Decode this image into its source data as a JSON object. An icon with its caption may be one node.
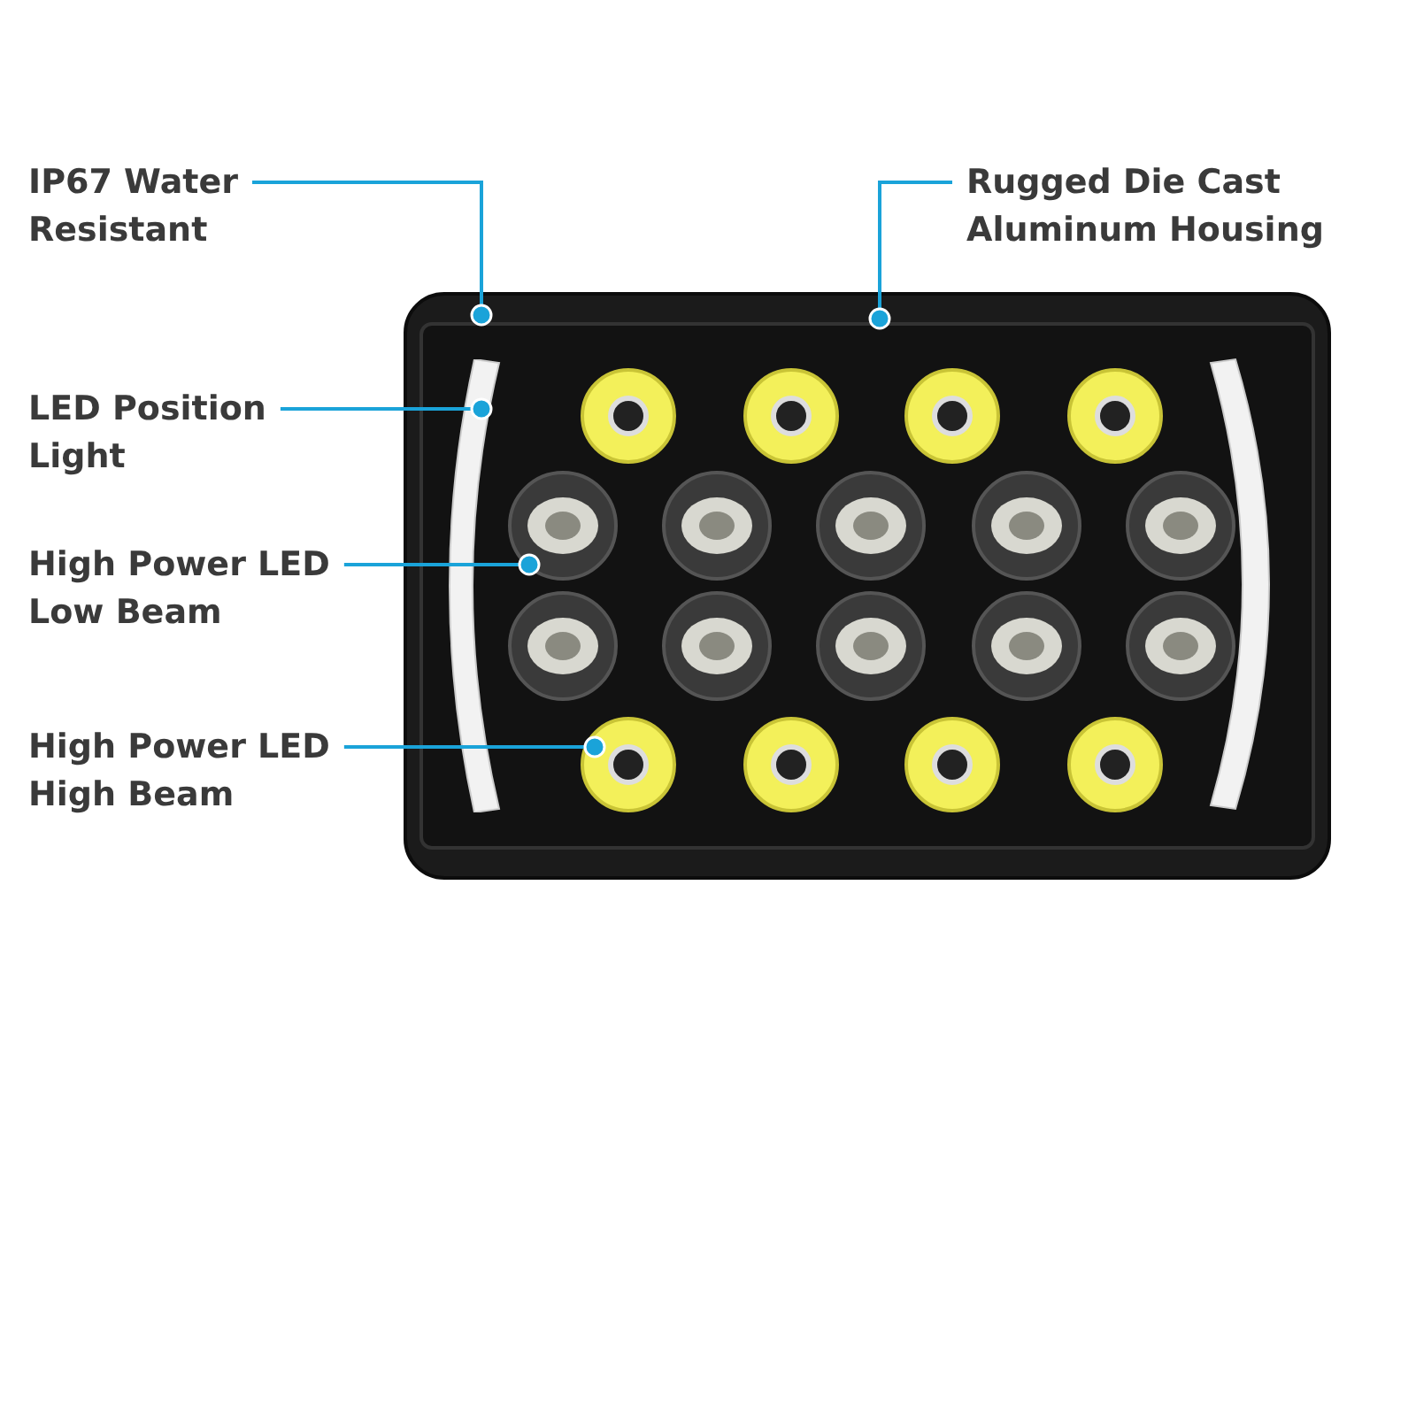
{
  "diagram": {
    "nodes": [
      {
        "text": [
          "IP67 Water Resistant"
        ]
      },
      {
        "text": [
          "Rugged Die Cast Aluminum Housing"
        ]
      },
      {
        "text": [
          "LED Position Light"
        ]
      },
      {
        "text": [
          "High Power LED Low Beam"
        ]
      },
      {
        "text": [
          "High Power LED High Beam"
        ]
      },
      {
        "text": [],
        "shape": "picture"
      },
      {
        "text": [],
        "shape": "bar",
        "in": 5
      },
      {
        "text": [],
        "shape": "circle",
        "in": 5
      },
      {
        "text": [],
        "shape": "circle",
        "in": 5
      }
    ],
    "edges": [
      {
        "from": 0,
        "to": 5,
        "arrow": "other"
      },
      {
        "from": 1,
        "to": 5,
        "arrow": "other"
      },
      {
        "from": 2,
        "to": 6,
        "arrow": "other"
      },
      {
        "from": 3,
        "to": 7,
        "arrow": "other"
      },
      {
        "from": 4,
        "to": 8,
        "arrow": "other"
      }
    ]
  }
}
